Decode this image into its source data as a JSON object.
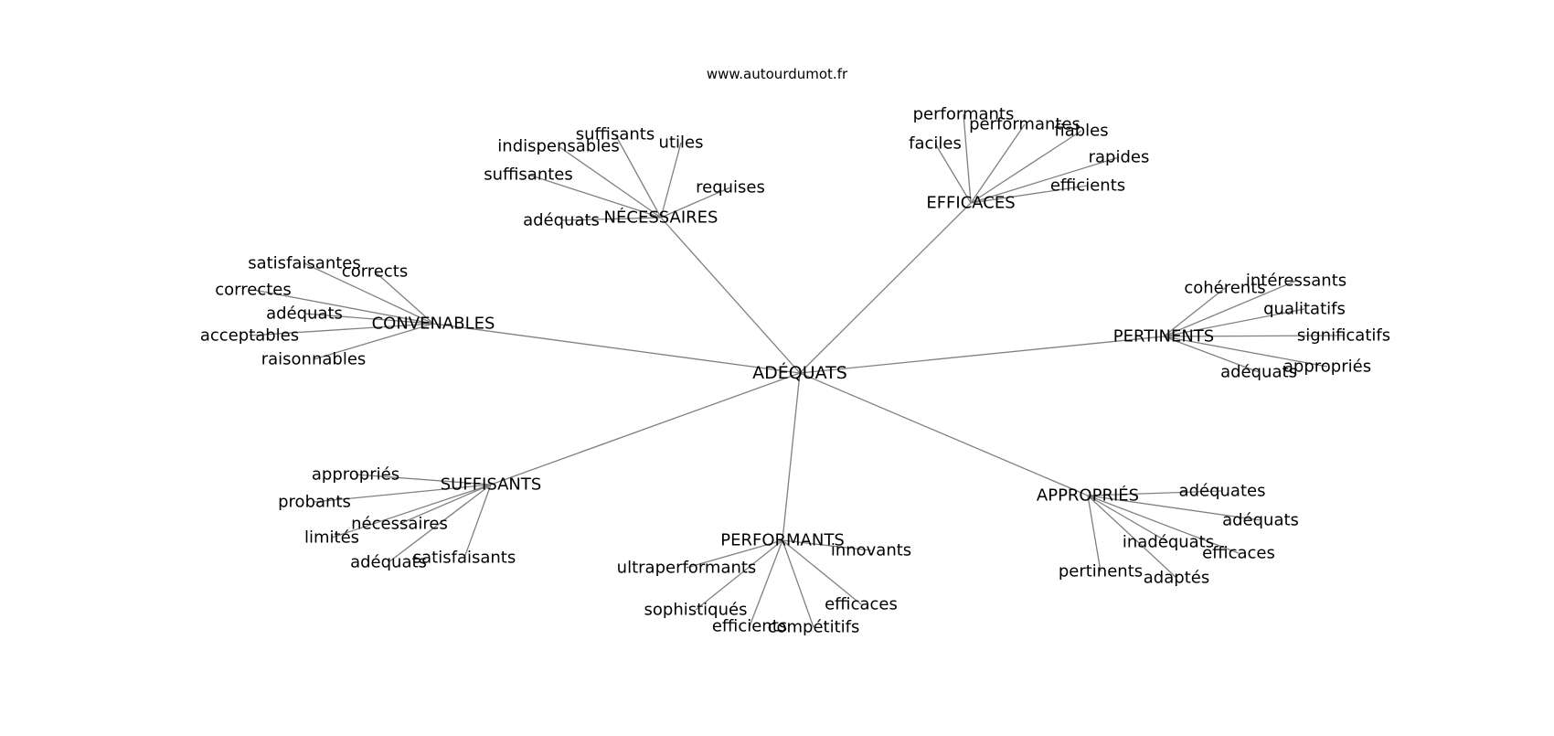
{
  "watermark": "www.autourdumot.fr",
  "colors": {
    "edge": "#808080",
    "text": "#000000",
    "background": "#ffffff"
  },
  "graph": {
    "center": "ADÉQUATS",
    "branches": [
      {
        "label": "NÉCESSAIRES",
        "leaves": [
          "suffisants",
          "utiles",
          "indispensables",
          "requises",
          "suffisantes",
          "adéquats"
        ]
      },
      {
        "label": "EFFICACES",
        "leaves": [
          "performants",
          "performantes",
          "fiables",
          "faciles",
          "rapides",
          "efficients"
        ]
      },
      {
        "label": "CONVENABLES",
        "leaves": [
          "satisfaisantes",
          "corrects",
          "correctes",
          "adéquats",
          "acceptables",
          "raisonnables"
        ]
      },
      {
        "label": "PERTINENTS",
        "leaves": [
          "intéressants",
          "cohérents",
          "qualitatifs",
          "significatifs",
          "appropriés",
          "adéquats"
        ]
      },
      {
        "label": "SUFFISANTS",
        "leaves": [
          "appropriés",
          "probants",
          "nécessaires",
          "limités",
          "adéquats",
          "satisfaisants"
        ]
      },
      {
        "label": "APPROPRIÉS",
        "leaves": [
          "adéquates",
          "adéquats",
          "inadéquats",
          "efficaces",
          "pertinents",
          "adaptés"
        ]
      },
      {
        "label": "PERFORMANTS",
        "leaves": [
          "innovants",
          "ultraperformants",
          "sophistiqués",
          "efficaces",
          "efficients",
          "compétitifs"
        ]
      }
    ]
  }
}
